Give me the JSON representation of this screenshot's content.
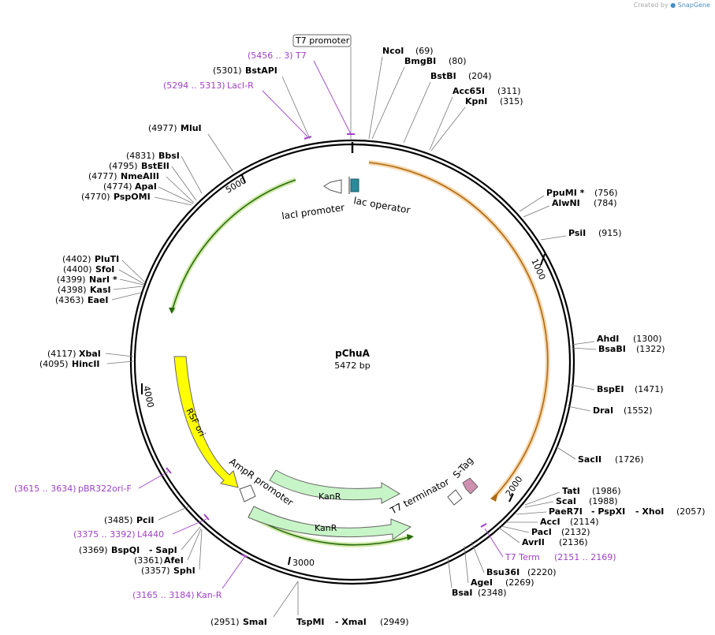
{
  "header": {
    "created_by": "Created by",
    "brand": "SnapGene"
  },
  "plasmid": {
    "name": "pChuA",
    "length_label": "5472 bp",
    "length": 5472
  },
  "ruler_ticks": [
    "1000",
    "2000",
    "3000",
    "4000",
    "5000"
  ],
  "features": {
    "t7_promoter": "T7 promoter",
    "lac_operator": "lac operator",
    "laci_promoter": "lacI promoter",
    "rsf_ori": "RSF ori",
    "ampr_promoter": "AmpR promoter",
    "kanr_1": "KanR",
    "kanr_2": "KanR",
    "t7_terminator": "T7 terminator",
    "s_tag": "S-Tag"
  },
  "primers": {
    "t7": {
      "range": "(5456 .. 3)",
      "name": "T7"
    },
    "laci_r": {
      "range": "(5294 .. 5313)",
      "name": "LacI-R"
    },
    "pbr322ori_f": {
      "range": "(3615 .. 3634)",
      "name": "pBR322ori-F"
    },
    "l4440": {
      "range": "(3375 .. 3392)",
      "name": "L4440"
    },
    "kan_r": {
      "range": "(3165 .. 3184)",
      "name": "Kan-R"
    },
    "t7_term": {
      "range": "(2151 .. 2169)",
      "name": "T7 Term"
    }
  },
  "sites": {
    "ncoi": {
      "name": "NcoI",
      "pos": "(69)"
    },
    "bmgbi": {
      "name": "BmgBI",
      "pos": "(80)"
    },
    "bstbi": {
      "name": "BstBI",
      "pos": "(204)"
    },
    "acc65i": {
      "name": "Acc65I",
      "pos": "(311)"
    },
    "kpni": {
      "name": "KpnI",
      "pos": "(315)"
    },
    "ppumi": {
      "name": "PpuMI *",
      "pos": "(756)"
    },
    "alwni": {
      "name": "AlwNI",
      "pos": "(784)"
    },
    "psii": {
      "name": "PsiI",
      "pos": "(915)"
    },
    "ahdi": {
      "name": "AhdI",
      "pos": "(1300)"
    },
    "bsabi": {
      "name": "BsaBI",
      "pos": "(1322)"
    },
    "bspei": {
      "name": "BspEI",
      "pos": "(1471)"
    },
    "drai": {
      "name": "DraI",
      "pos": "(1552)"
    },
    "sacii": {
      "name": "SacII",
      "pos": "(1726)"
    },
    "tati": {
      "name": "TatI",
      "pos": "(1986)"
    },
    "scai": {
      "name": "ScaI",
      "pos": "(1988)"
    },
    "paer7i": {
      "name": "PaeR7I",
      "sep1": "- PspXI",
      "sep2": "- XhoI",
      "pos": "(2057)"
    },
    "acci": {
      "name": "AccI",
      "pos": "(2114)"
    },
    "paci": {
      "name": "PacI",
      "pos": "(2132)"
    },
    "avrii": {
      "name": "AvrII",
      "pos": "(2136)"
    },
    "bsu36i": {
      "name": "Bsu36I",
      "pos": "(2220)"
    },
    "agei": {
      "name": "AgeI",
      "pos": "(2269)"
    },
    "bsai": {
      "name": "BsaI",
      "pos": "(2348)"
    },
    "tspmi": {
      "name": "TspMI",
      "sep": "- XmaI",
      "pos": "(2949)"
    },
    "smai": {
      "name": "SmaI",
      "pos": "(2951)"
    },
    "sphi": {
      "name": "SphI",
      "pos": "(3357)"
    },
    "afei": {
      "name": "AfeI",
      "pos": "(3361)"
    },
    "bspqi": {
      "name": "BspQI",
      "sep": "- SapI",
      "pos": "(3369)"
    },
    "pcii": {
      "name": "PciI",
      "pos": "(3485)"
    },
    "hincii": {
      "name": "HincII",
      "pos": "(4095)"
    },
    "xbai": {
      "name": "XbaI",
      "pos": "(4117)"
    },
    "eaei": {
      "name": "EaeI",
      "pos": "(4363)"
    },
    "kasi": {
      "name": "KasI",
      "pos": "(4398)"
    },
    "nari": {
      "name": "NarI *",
      "pos": "(4399)"
    },
    "sfoi": {
      "name": "SfoI",
      "pos": "(4400)"
    },
    "pluti": {
      "name": "PluTI",
      "pos": "(4402)"
    },
    "pspomi": {
      "name": "PspOMI",
      "pos": "(4770)"
    },
    "apai": {
      "name": "ApaI",
      "pos": "(4774)"
    },
    "nmeaiii": {
      "name": "NmeAIII",
      "pos": "(4777)"
    },
    "bsteii": {
      "name": "BstEII",
      "pos": "(4795)"
    },
    "bbsi": {
      "name": "BbsI",
      "pos": "(4831)"
    },
    "mlui": {
      "name": "MluI",
      "pos": "(4977)"
    },
    "bstapi": {
      "name": "BstAPI",
      "pos": "(5301)"
    }
  },
  "colors": {
    "orf_orange": "#e8a850",
    "orf_green": "#4a8a2a",
    "rsf_ori": "#ffff00",
    "kanr": "#c8f5c8",
    "s_tag": "#d090b0",
    "lac_operator": "#2a8a9a",
    "primer": "#a040c8"
  }
}
